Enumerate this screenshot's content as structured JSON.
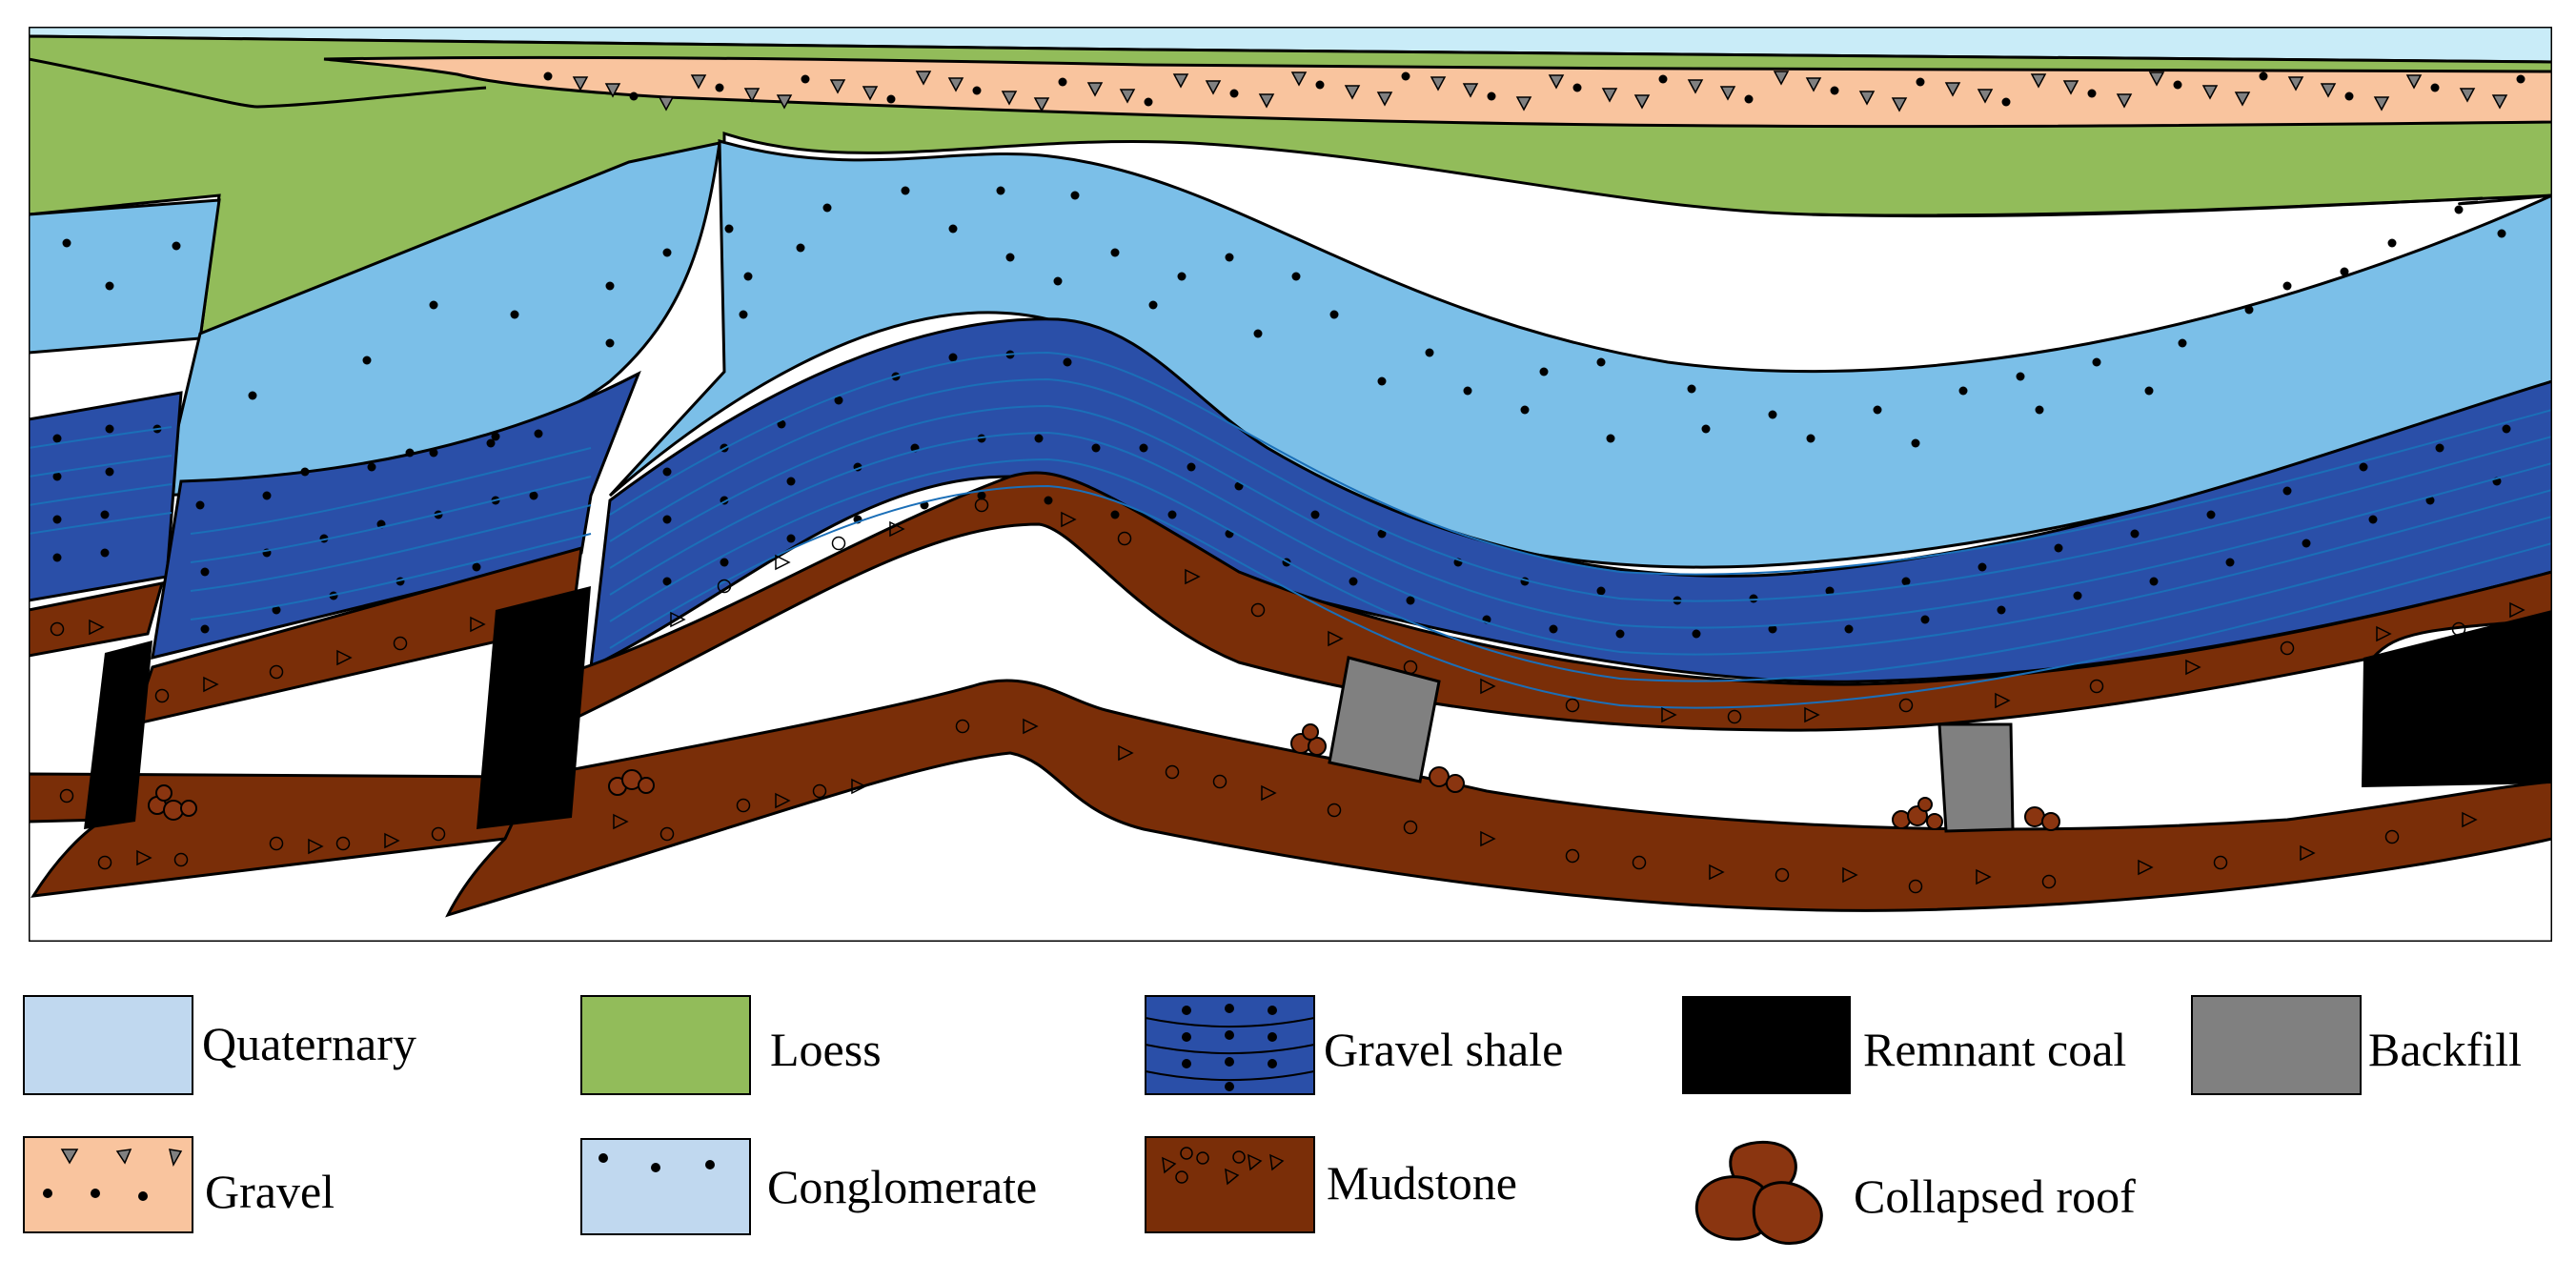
{
  "colors": {
    "quaternary": "#c0d8ef",
    "quaternary_top": "#c9ecf8",
    "loess": "#92bc5a",
    "gravel_shale": "#2a4fa8",
    "gravel_shale_line": "#1b6fb8",
    "conglomerate": "#7bbfe8",
    "mudstone": "#7a2e08",
    "gravel": "#f9c49e",
    "remnant_coal": "#000000",
    "backfill": "#808080",
    "collapsed_roof": "#8a3510"
  },
  "legend": [
    {
      "key": "quaternary",
      "label": "Quaternary"
    },
    {
      "key": "loess",
      "label": "Loess"
    },
    {
      "key": "gravel_shale",
      "label": "Gravel shale"
    },
    {
      "key": "remnant_coal",
      "label": "Remnant coal"
    },
    {
      "key": "backfill",
      "label": "Backfill"
    },
    {
      "key": "gravel",
      "label": "Gravel"
    },
    {
      "key": "conglomerate",
      "label": "Conglomerate"
    },
    {
      "key": "mudstone",
      "label": "Mudstone"
    },
    {
      "key": "collapsed_roof",
      "label": "Collapsed roof"
    }
  ]
}
